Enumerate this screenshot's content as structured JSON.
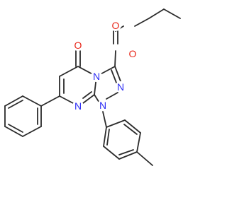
{
  "atoms": {
    "carbonyl_oxygen": {
      "label": "O",
      "color": "#e8271a"
    },
    "ester_carbonyl_oxygen": {
      "label": "O",
      "color": "#e8271a"
    },
    "ester_ether_oxygen": {
      "label": "O",
      "color": "#e8271a"
    },
    "ring_fusion_nitrogen": {
      "label": "N",
      "color": "#2d2df5"
    },
    "triazole_n2": {
      "label": "N",
      "color": "#2d2df5"
    },
    "triazole_n1": {
      "label": "N",
      "color": "#2d2df5"
    },
    "pyrimidine_n8": {
      "label": "N",
      "color": "#2d2df5"
    }
  },
  "bond_color": "#2b2b2b"
}
